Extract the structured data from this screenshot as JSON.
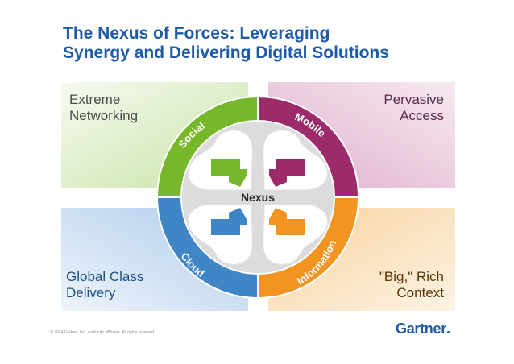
{
  "title": {
    "line1": "The Nexus of Forces: Leveraging",
    "line2": "Synergy and Delivering Digital Solutions"
  },
  "quadrants": {
    "top_left": {
      "line1": "Extreme",
      "line2": "Networking"
    },
    "top_right": {
      "line1": "Pervasive",
      "line2": "Access"
    },
    "bottom_left": {
      "line1": "Global Class",
      "line2": "Delivery"
    },
    "bottom_right": {
      "line1": "\"Big,\" Rich",
      "line2": "Context"
    }
  },
  "ring": {
    "social": "Social",
    "mobile": "Mobile",
    "cloud": "Cloud",
    "information": "Information",
    "center": "Nexus"
  },
  "colors": {
    "title": "#1f5aa6",
    "social": "#76b82a",
    "mobile": "#9b2b6b",
    "cloud": "#3f86c6",
    "information": "#f29422"
  },
  "footer": {
    "copyright": "© 2014 Gartner, Inc. and/or its affiliates. All rights reserved.",
    "logo": "Gartner"
  }
}
